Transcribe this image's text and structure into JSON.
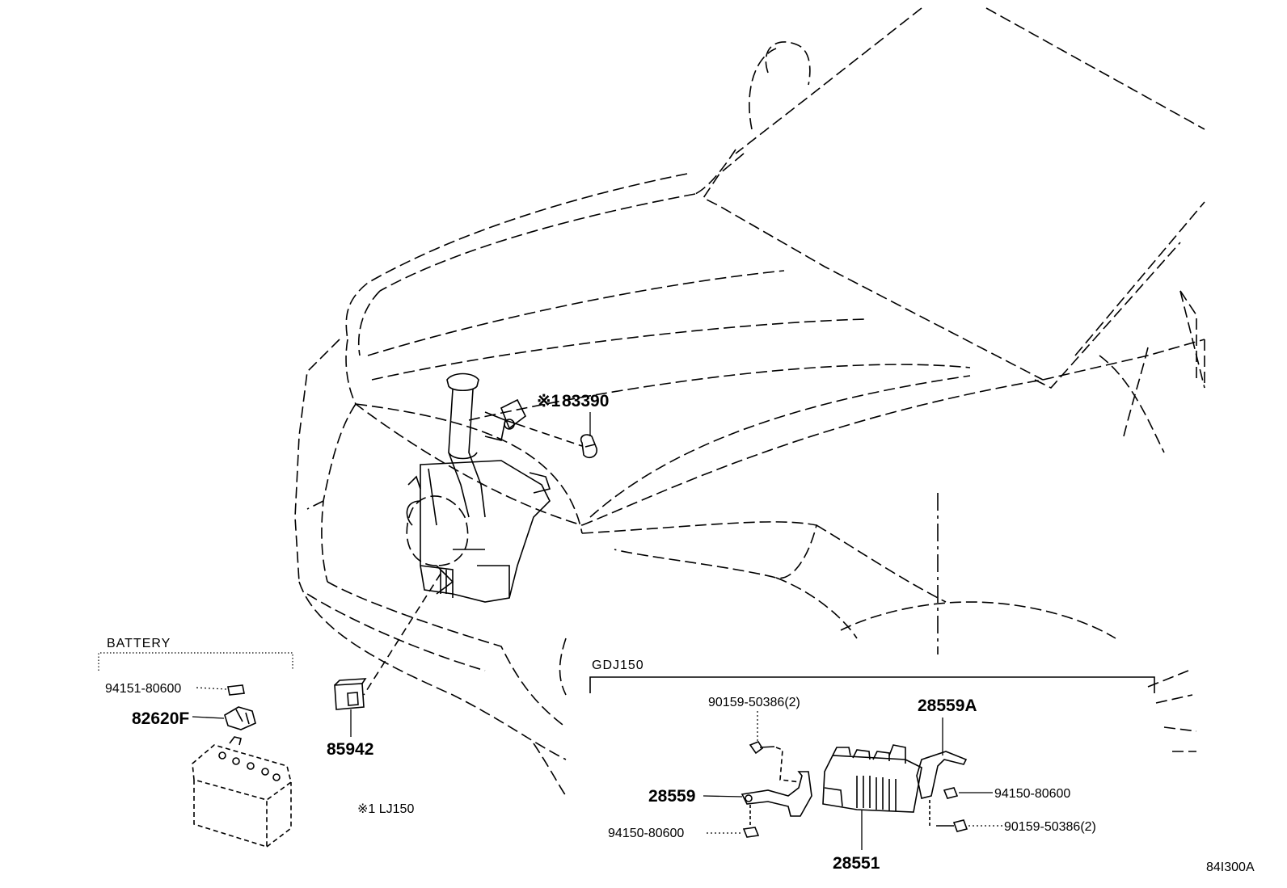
{
  "labels": {
    "battery_group": "BATTERY",
    "gdj_group": "GDJ150",
    "note_lj": "※1 LJ150",
    "ref_code": "84I300A"
  },
  "parts": {
    "p83390": "83390",
    "p83390_mark": "※1",
    "p94151": "94151-80600",
    "p82620F": "82620F",
    "p85942": "85942",
    "p90159_top": "90159-50386(2)",
    "p28559A": "28559A",
    "p28559": "28559",
    "p94150_right": "94150-80600",
    "p90159_right": "90159-50386(2)",
    "p94150_left": "94150-80600",
    "p28551": "28551"
  }
}
